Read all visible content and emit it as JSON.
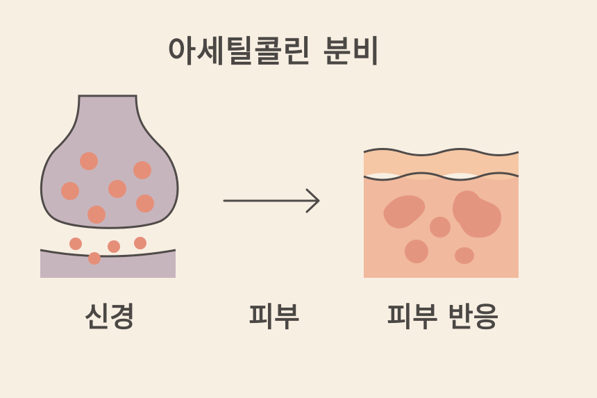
{
  "title": "아세틸콜린 분비",
  "labels": {
    "nerve": "신경",
    "skin": "피부",
    "reaction": "피부 반응"
  },
  "colors": {
    "background": "#f8efe3",
    "neuron": "#c7b5bd",
    "vesicle": "#e58f79",
    "skin_top": "#f5c7a5",
    "skin_body": "#f1b99e",
    "lesion": "#e49580",
    "outline": "#4f4b49"
  }
}
